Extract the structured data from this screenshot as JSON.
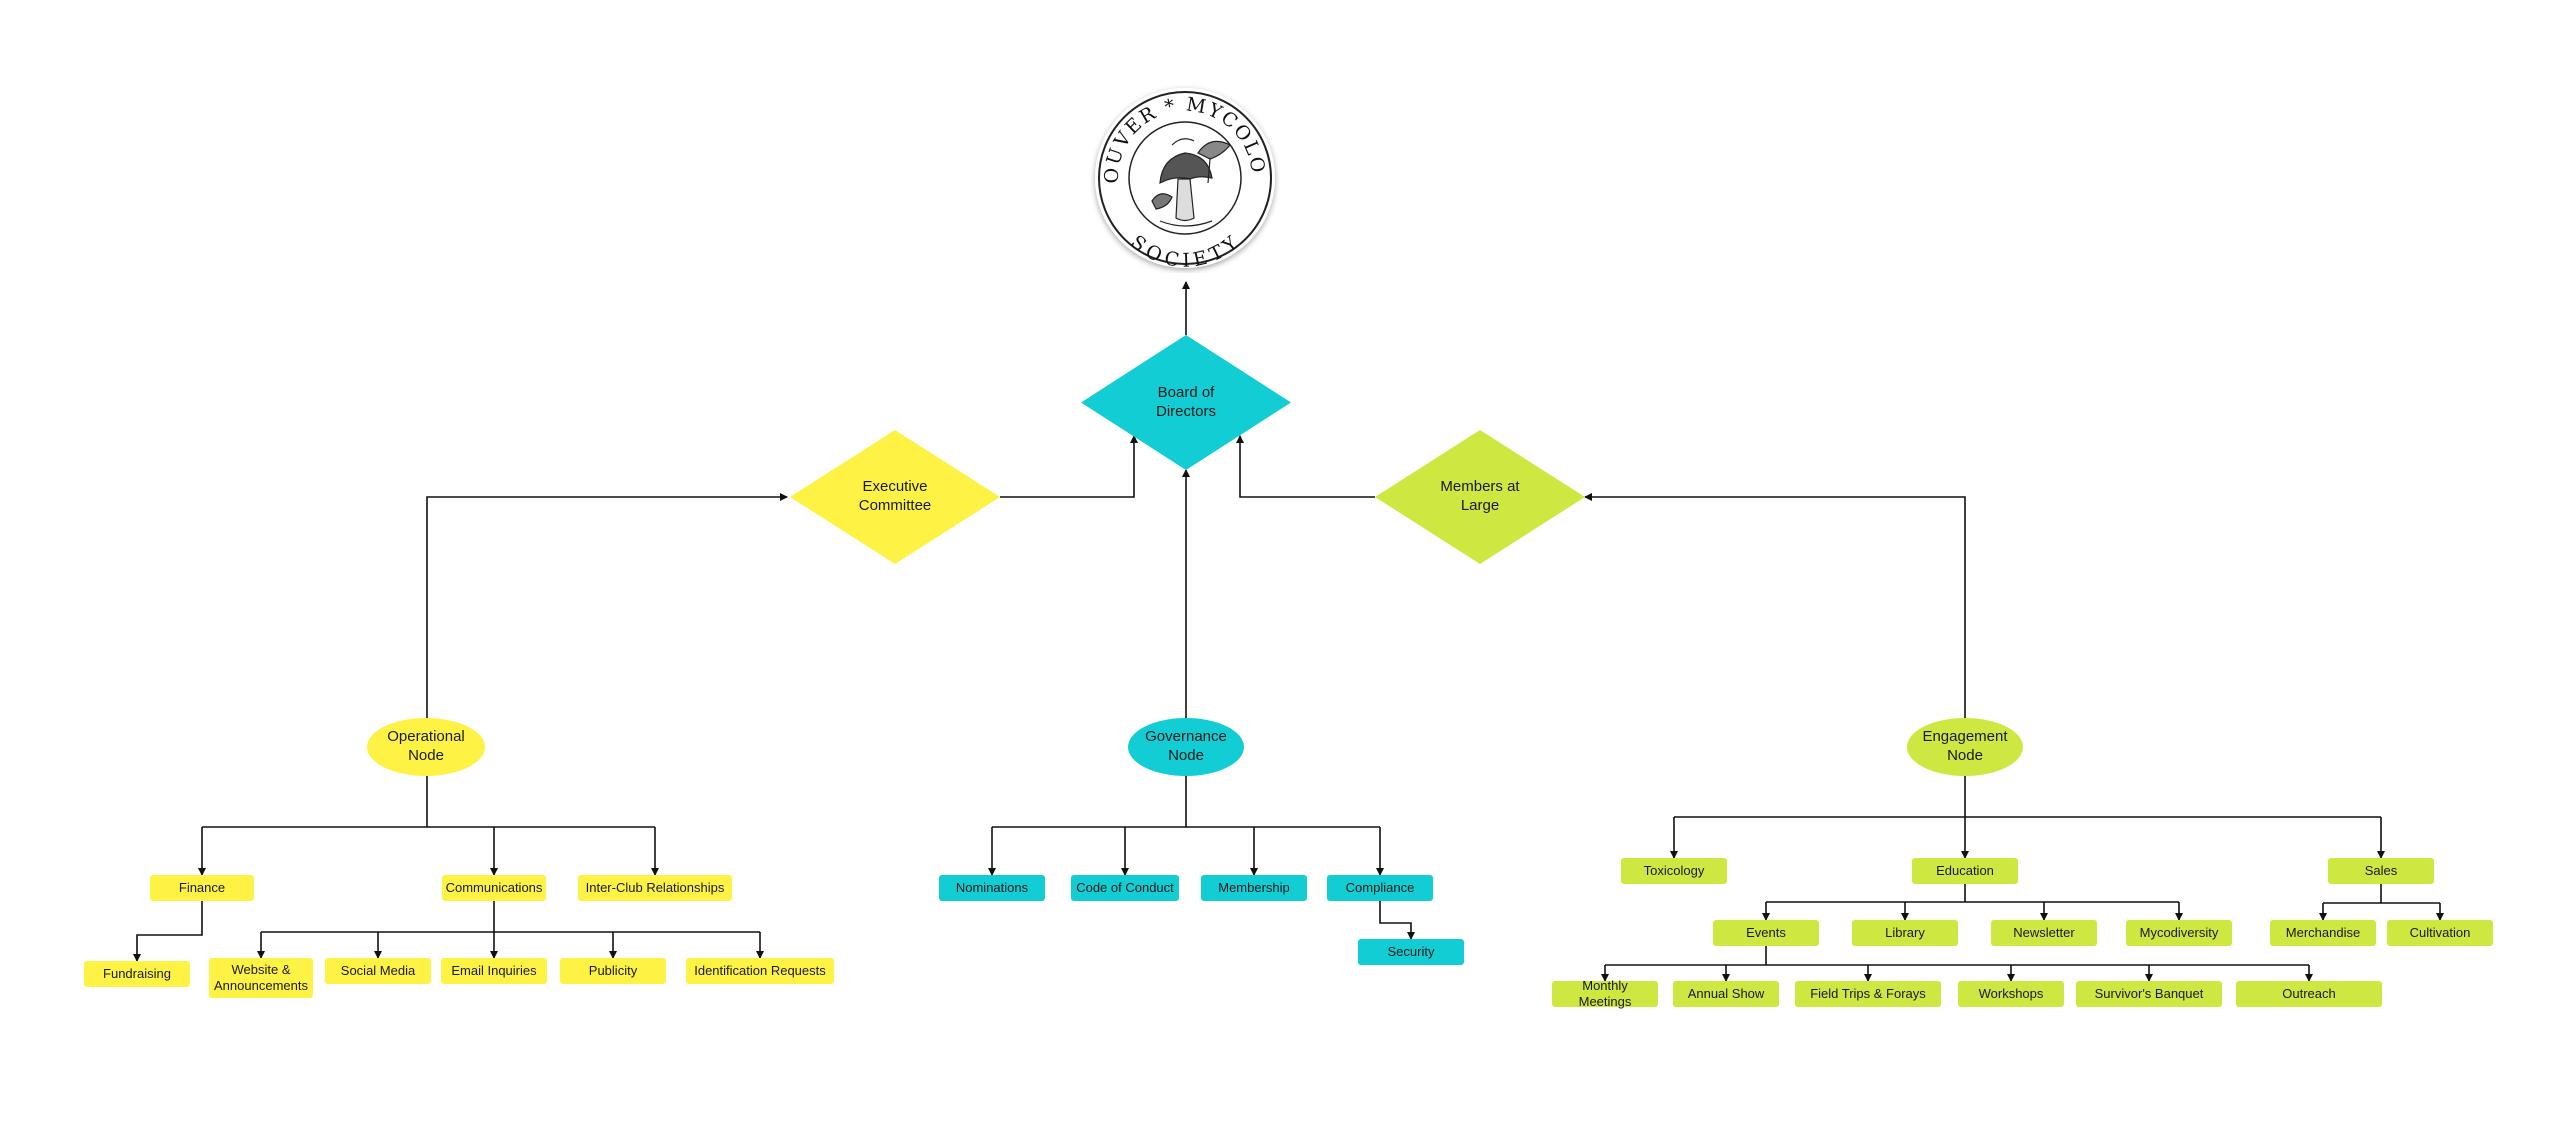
{
  "colors": {
    "yellow": "#fef245",
    "cyan": "#12cdd4",
    "green": "#cee741",
    "line": "#111111"
  },
  "logo": {
    "top_text": "VANCOUVER * MYCOLOGICAL",
    "bottom_text": "SOCIETY"
  },
  "top": {
    "board": "Board of Directors",
    "executive": "Executive Committee",
    "members": "Members at Large"
  },
  "operational": {
    "node": "Operational Node",
    "finance": "Finance",
    "fundraising": "Fundraising",
    "communications": "Communications",
    "interclub": "Inter-Club Relationships",
    "website": "Website & Announcements",
    "social": "Social Media",
    "email": "Email Inquiries",
    "publicity": "Publicity",
    "identification": "Identification Requests"
  },
  "governance": {
    "node": "Governance Node",
    "nominations": "Nominations",
    "conduct": "Code of Conduct",
    "membership": "Membership",
    "compliance": "Compliance",
    "security": "Security"
  },
  "engagement": {
    "node": "Engagement Node",
    "toxicology": "Toxicology",
    "education": "Education",
    "sales": "Sales",
    "events": "Events",
    "library": "Library",
    "newsletter": "Newsletter",
    "mycodiversity": "Mycodiversity",
    "merchandise": "Merchandise",
    "cultivation": "Cultivation",
    "meetings": "Monthly Meetings",
    "annual": "Annual Show",
    "forays": "Field Trips & Forays",
    "workshops": "Workshops",
    "banquet": "Survivor's Banquet",
    "outreach": "Outreach"
  }
}
